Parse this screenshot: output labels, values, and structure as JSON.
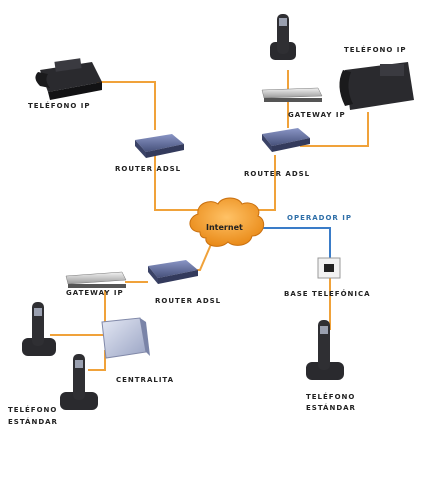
{
  "colors": {
    "link_orange": "#f0a23a",
    "link_blue": "#3a7cc8",
    "cloud": "#f39a2a",
    "device_blue": "#5a6a9a",
    "device_dark": "#2a2a2e"
  },
  "labels": {
    "ip_phone_left": "Teléfono IP",
    "ip_phone_right": "Teléfono IP",
    "router_top_left": "Router ADSL",
    "router_top_right": "Router ADSL",
    "gateway_top": "Gateway IP",
    "internet": "Internet",
    "operator": "Operador IP",
    "gateway_bottom": "Gateway IP",
    "router_bottom": "Router ADSL",
    "base": "Base Telefónica",
    "pbx": "Centralita",
    "std_phone_left_line1": "Teléfono",
    "std_phone_left_line2": "Estándar",
    "std_phone_right_line1": "Teléfono",
    "std_phone_right_line2": "Estándar"
  }
}
